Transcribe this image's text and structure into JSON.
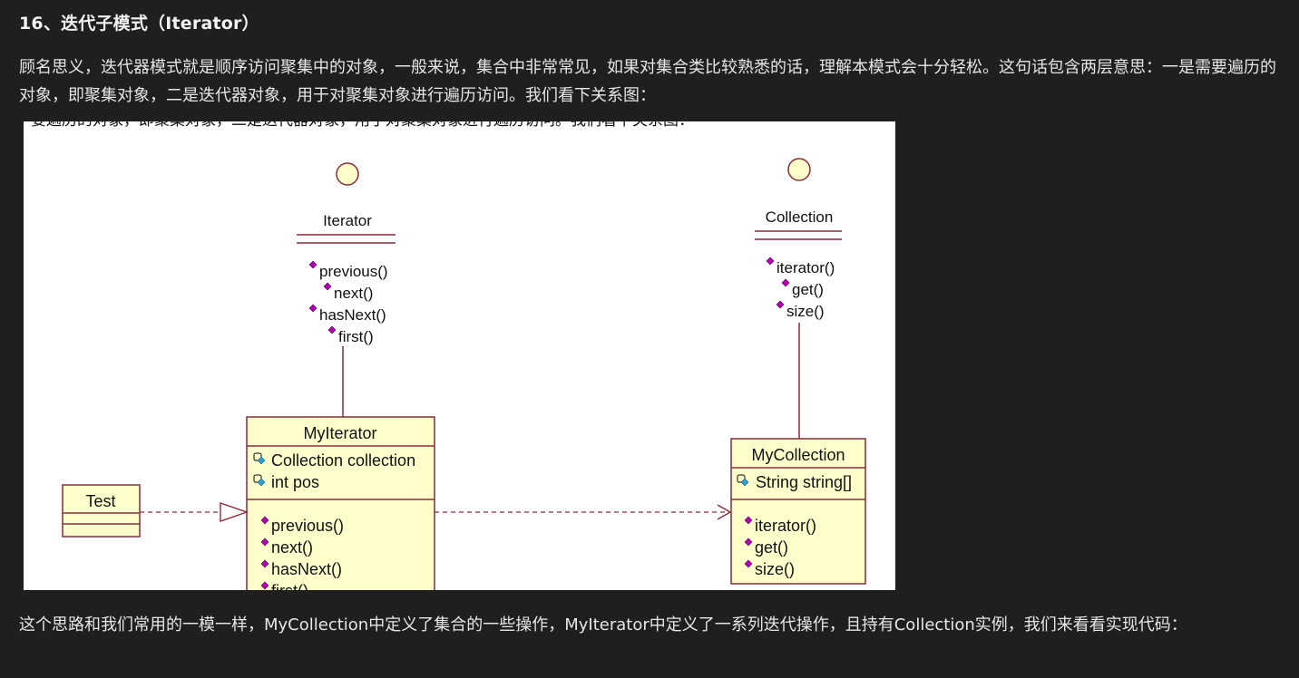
{
  "article": {
    "heading": "16、迭代子模式（Iterator）",
    "intro": "顾名思义，迭代器模式就是顺序访问聚集中的对象，一般来说，集合中非常常见，如果对集合类比较熟悉的话，理解本模式会十分轻松。这句话包含两层意思：一是需要遍历的对象，即聚集对象，二是迭代器对象，用于对聚集对象进行遍历访问。我们看下关系图：",
    "figure_cut_text": "要遍历的对象，即聚集对象，二是迭代器对象，用于对聚集对象进行遍历访问。我们看下关系图：",
    "after": "这个思路和我们常用的一模一样，MyCollection中定义了集合的一些操作，MyIterator中定义了一系列迭代操作，且持有Collection实例，我们来看看实现代码："
  },
  "diagram": {
    "iterator_interface": {
      "name": "Iterator",
      "methods": [
        "previous()",
        "next()",
        "hasNext()",
        "first()"
      ]
    },
    "collection_interface": {
      "name": "Collection",
      "methods": [
        "iterator()",
        "get()",
        "size()"
      ]
    },
    "my_iterator": {
      "name": "MyIterator",
      "attributes": [
        "Collection collection",
        "int pos"
      ],
      "methods": [
        "previous()",
        "next()",
        "hasNext()",
        "first()"
      ]
    },
    "my_collection": {
      "name": "MyCollection",
      "attributes": [
        "String string[]"
      ],
      "methods": [
        "iterator()",
        "get()",
        "size()"
      ]
    },
    "test_class": {
      "name": "Test"
    },
    "colors": {
      "class_fill": "#ffffcc",
      "class_border": "#8b2a3a",
      "method_marker": "#b000b0",
      "attribute_marker": "#30a0d0",
      "background": "#1f1f1f"
    }
  }
}
